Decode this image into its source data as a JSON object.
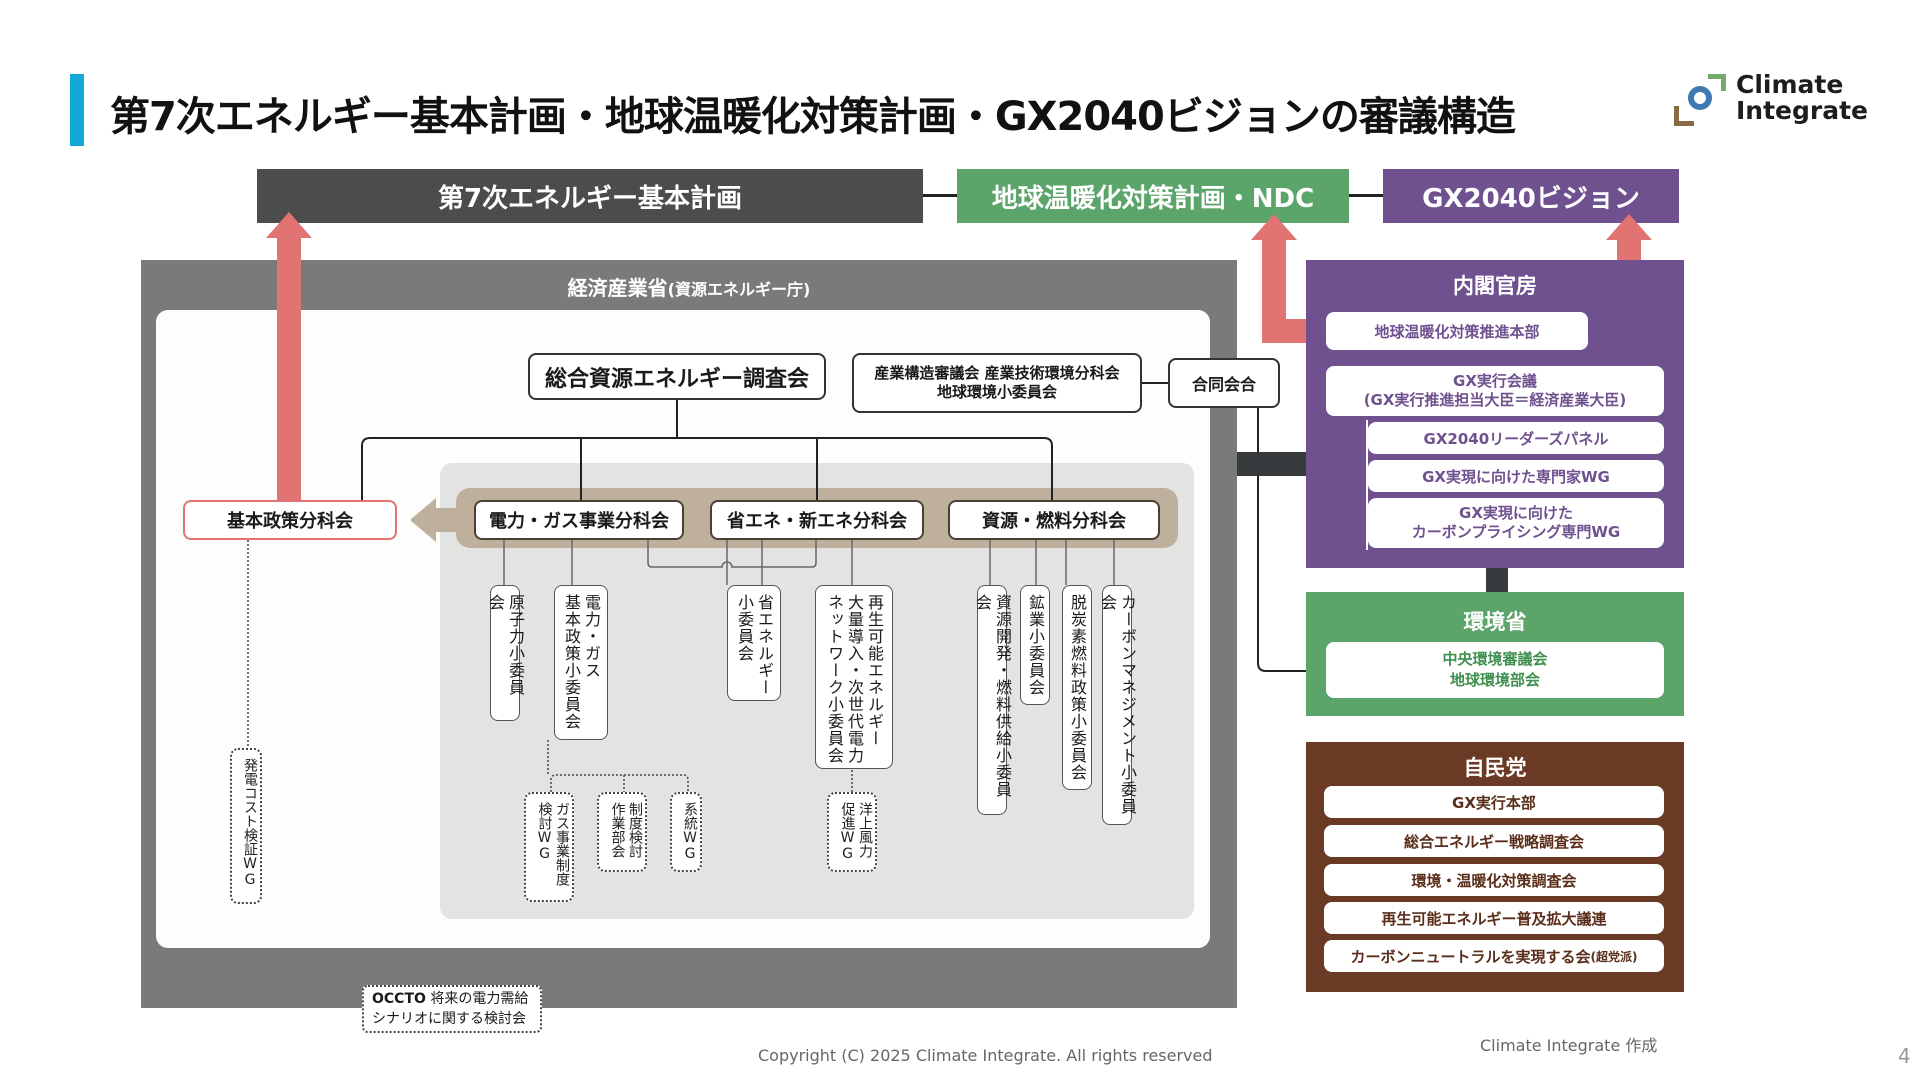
{
  "page": {
    "title": "第7次エネルギー基本計画・地球温暖化対策計画・GX2040ビジョンの審議構造",
    "page_number": "4",
    "copyright": "Copyright (C) 2025 Climate Integrate. All rights reserved",
    "credit": "Climate Integrate 作成"
  },
  "logo": {
    "line1": "Climate",
    "line2": "Integrate",
    "icon": "climate-integrate-logo-icon"
  },
  "colors": {
    "accent_bar": "#14a9d4",
    "energy_plan": "#4c4c4c",
    "ndc": "#5ba46a",
    "gx": "#6f518f",
    "meti": "#7a7a78",
    "arrow": "#e27373",
    "ldp": "#6b3a25",
    "tan": "#bfb09e"
  },
  "top_plans": {
    "energy_plan": "第7次エネルギー基本計画",
    "ndc": "地球温暖化対策計画・NDC",
    "gx": "GX2040ビジョン"
  },
  "meti": {
    "label": "経済産業省",
    "label_sub": "(資源エネルギー庁)",
    "main_council": "総合資源エネルギー調査会",
    "industry_council_line1": "産業構造審議会 産業技術環境分科会",
    "industry_council_line2": "地球環境小委員会",
    "joint_meeting": "合同会合",
    "basic_policy": "基本政策分科会",
    "subcommittees": [
      "電力・ガス事業分科会",
      "省エネ・新エネ分科会",
      "資源・燃料分科会"
    ],
    "small_committees": [
      "原子力小委員会",
      "電力・ガス\n基本政策小委員会",
      "省エネルギー\n小委員会",
      "再生可能エネルギー\n大量導入・次世代電力\nネットワーク小委員会",
      "資源開発・燃料供給小委員会",
      "鉱業小委員会",
      "脱炭素燃料政策小委員会",
      "カーボンマネジメント小委員会"
    ],
    "working_groups": [
      "ガス事業制度\n検討WG",
      "制度検討\n作業部会",
      "系統WG",
      "洋上風力\n促進WG",
      "発電コスト検証WG"
    ],
    "occto_bold": "OCCTO",
    "occto_line1": "将来の電力需給",
    "occto_line2": "シナリオに関する検討会"
  },
  "cabinet": {
    "label": "内閣官房",
    "items": [
      {
        "text": "地球温暖化対策推進本部"
      },
      {
        "text": "GX実行会議",
        "sub": "(GX実行推進担当大臣＝経済産業大臣)"
      },
      {
        "text": "GX2040リーダーズパネル"
      },
      {
        "text": "GX実現に向けた専門家WG"
      },
      {
        "text": "GX実現に向けた",
        "sub": "カーボンプライシング専門WG"
      }
    ]
  },
  "moe": {
    "label": "環境省",
    "council_line1": "中央環境審議会",
    "council_line2": "地球環境部会"
  },
  "ldp": {
    "label": "自民党",
    "items": [
      "GX実行本部",
      "総合エネルギー戦略調査会",
      "環境・温暖化対策調査会",
      "再生可能エネルギー普及拡大議連",
      "カーボンニュートラルを実現する会"
    ],
    "last_item_note": "(超党派)"
  }
}
